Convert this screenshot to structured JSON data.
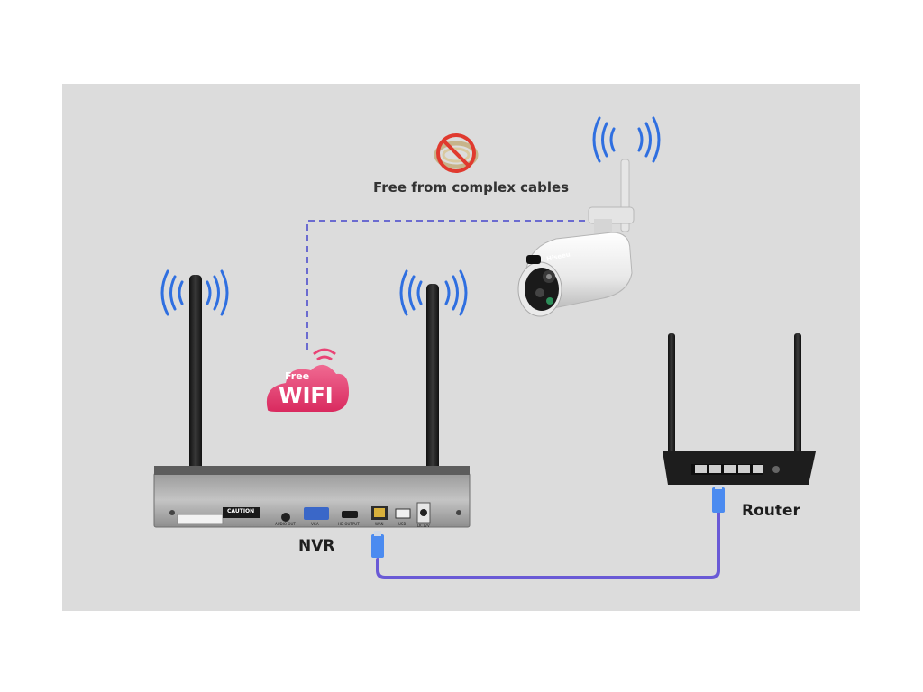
{
  "caption": "Free from complex cables",
  "labels": {
    "nvr": "NVR",
    "router": "Router"
  },
  "badge": {
    "top": "Free",
    "main": "WIFI"
  },
  "camera_brand": "Hiseeu",
  "nvr_ports": [
    "AUDIO OUT",
    "VGA",
    "HD OUTPUT",
    "WAN",
    "USB",
    "DC12V"
  ],
  "nvr_sticker": "CAUTION",
  "colors": {
    "background": "#dcdcdc",
    "wave": "#2f6fe0",
    "cable": "#6a5ad6",
    "wifi_badge": "#e94476",
    "dashed_link": "#6b6bd0"
  },
  "icons": [
    "no-cable-icon",
    "wifi-signal-icon",
    "camera-icon",
    "router-icon",
    "nvr-icon",
    "ethernet-plug-icon"
  ]
}
